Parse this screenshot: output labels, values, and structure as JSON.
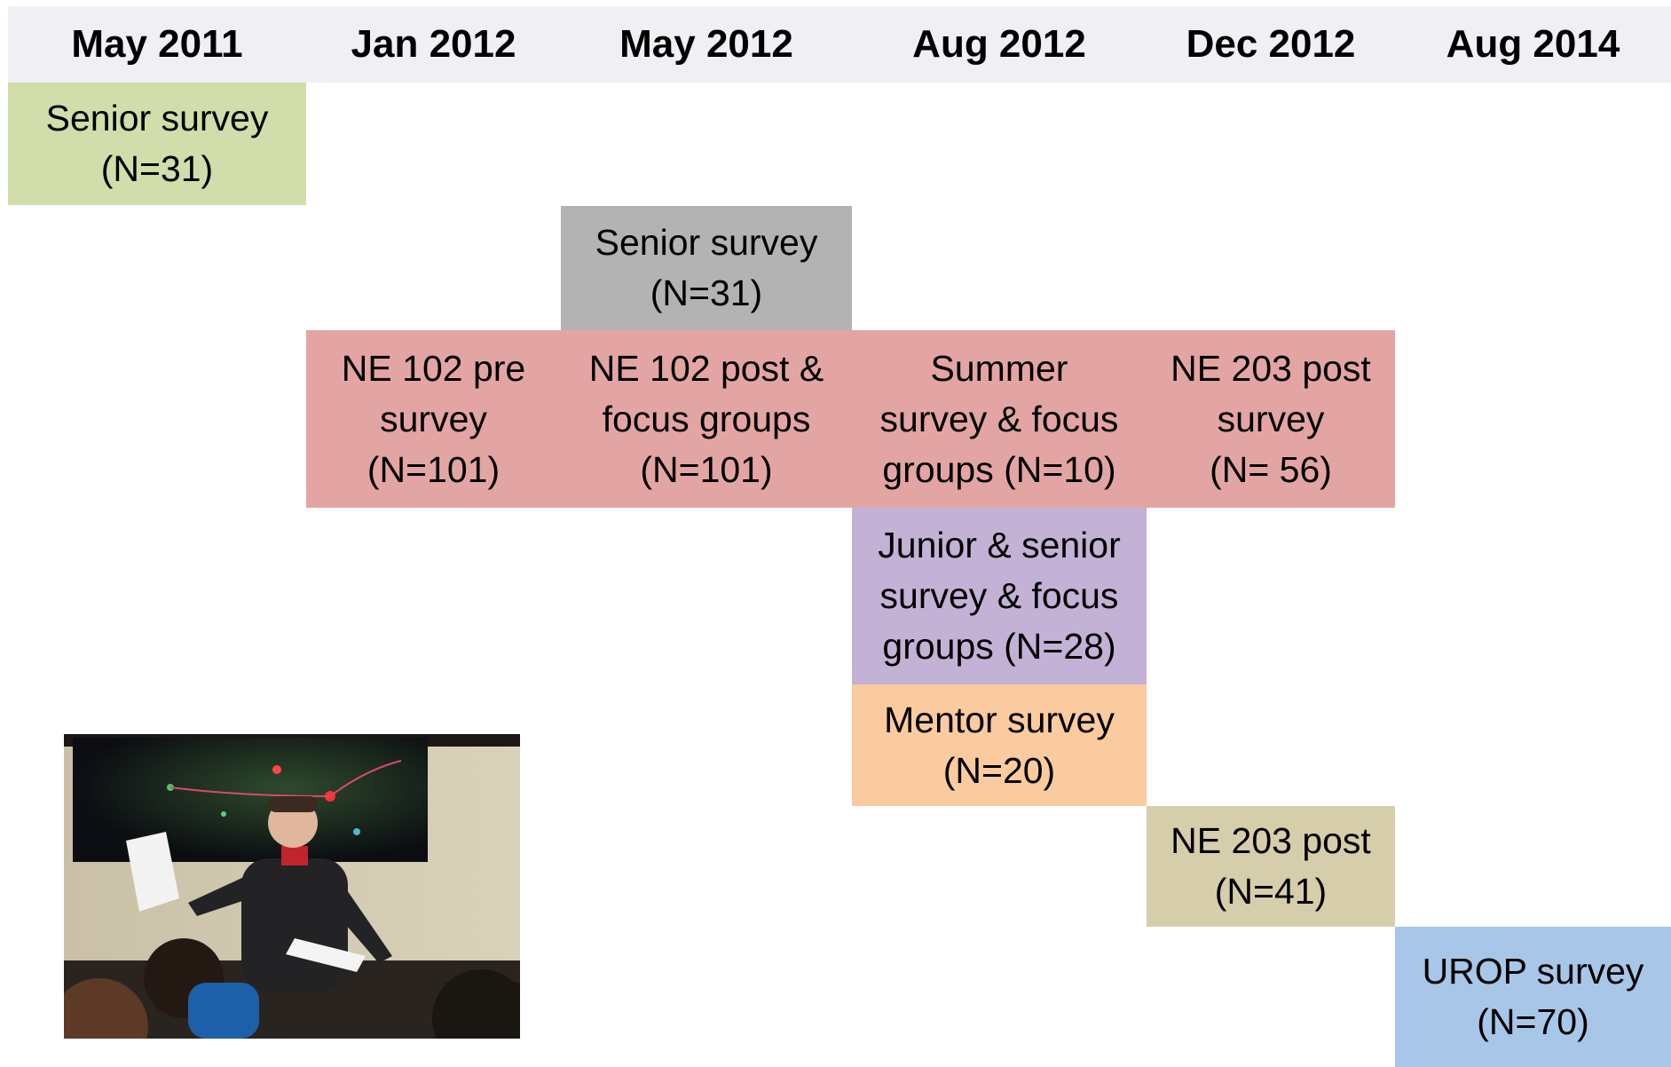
{
  "header": {
    "columns": [
      "May 2011",
      "Jan 2012",
      "May 2012",
      "Aug 2012",
      "Dec 2012",
      "Aug 2014"
    ]
  },
  "boxes": {
    "senior_survey_2011": {
      "line1": "Senior survey",
      "line2": "(N=31)",
      "color": "#d1ddaa"
    },
    "senior_survey_2012": {
      "line1": "Senior survey",
      "line2": "(N=31)",
      "color": "#b3b3b3"
    },
    "ne102_pre": {
      "line1": "NE 102 pre",
      "line2": "survey",
      "line3": "(N=101)",
      "color": "#e3a5a4"
    },
    "ne102_post": {
      "line1": "NE 102 post &",
      "line2": "focus groups",
      "line3": "(N=101)",
      "color": "#e3a5a4"
    },
    "summer_survey": {
      "line1": "Summer",
      "line2": "survey & focus",
      "line3": "groups (N=10)",
      "color": "#e3a5a4"
    },
    "ne203_post_survey": {
      "line1": "NE 203 post",
      "line2": "survey",
      "line3": "(N= 56)",
      "color": "#e3a5a4"
    },
    "junior_senior": {
      "line1": "Junior & senior",
      "line2": "survey & focus",
      "line3": "groups (N=28)",
      "color": "#c3b2d6"
    },
    "mentor_survey": {
      "line1": "Mentor survey",
      "line2": "(N=20)",
      "color": "#facb9f"
    },
    "ne203_post": {
      "line1": "NE 203 post",
      "line2": "(N=41)",
      "color": "#d6cdab"
    },
    "urop_survey": {
      "line1": "UROP survey",
      "line2": "(N=70)",
      "color": "#a8c6e8"
    }
  },
  "photo": {
    "icon": "classroom-photo"
  }
}
